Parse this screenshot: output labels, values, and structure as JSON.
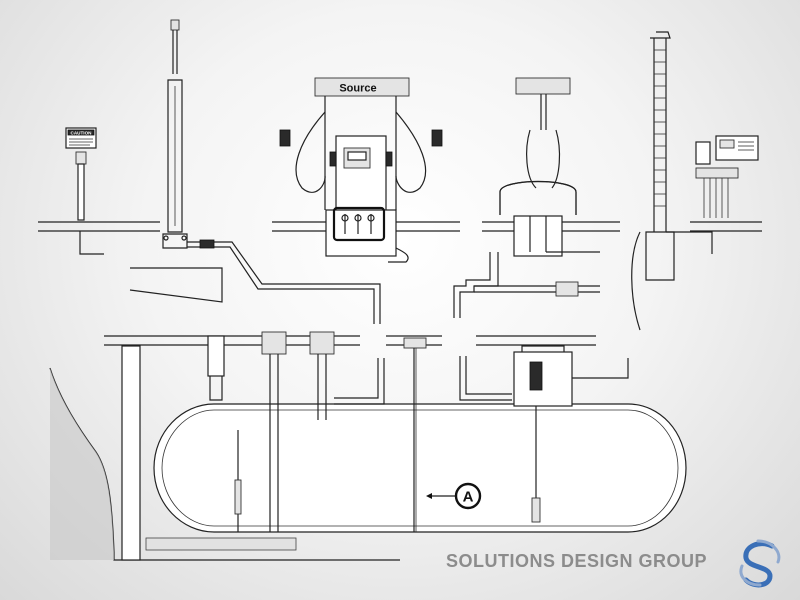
{
  "labels": {
    "caution_sign": "CAUTION",
    "dispenser_brand": "Source",
    "callout_a": "A"
  },
  "footer": {
    "brand": "SOLUTIONS DESIGN GROUP"
  },
  "colors": {
    "logo_primary": "#3a6fb7",
    "logo_secondary": "#8fa9cf",
    "line": "#222222",
    "brand_text": "#8c8c8c"
  },
  "icons": {
    "logo": "sdg-s-logo-icon",
    "callout": "callout-a-marker"
  }
}
